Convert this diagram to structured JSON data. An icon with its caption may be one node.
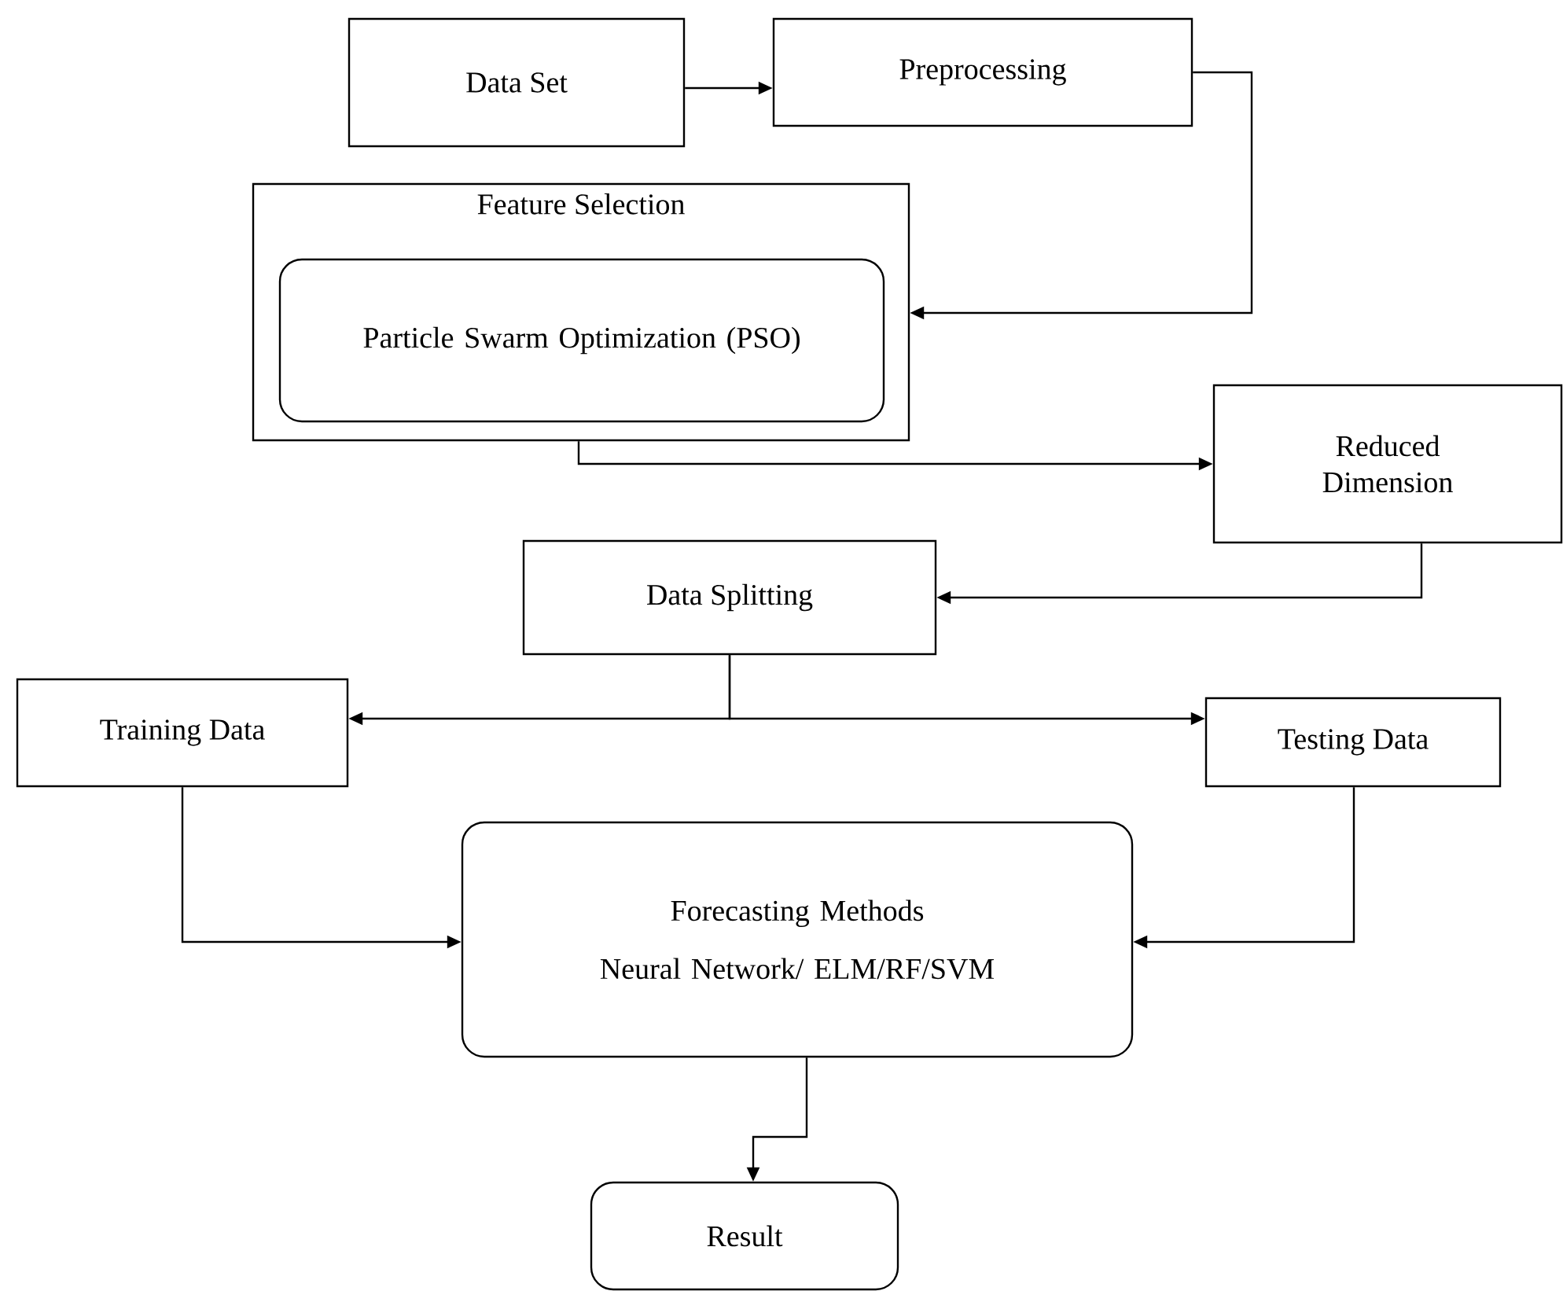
{
  "diagram": {
    "nodes": [
      {
        "text": [
          "Data Set"
        ]
      },
      {
        "text": [
          "Preprocessing"
        ]
      },
      {
        "text": [
          "Feature Selection"
        ]
      },
      {
        "text": [
          "Particle Swarm Optimization (PSO)"
        ],
        "in": 2
      },
      {
        "text": [
          "Reduced Dimension"
        ]
      },
      {
        "text": [
          "Data Splitting"
        ]
      },
      {
        "text": [
          "Training Data"
        ]
      },
      {
        "text": [
          "Testing Data"
        ]
      },
      {
        "text": [
          "Forecasting Methods",
          "Neural Network/ ELM/RF/SVM"
        ]
      },
      {
        "text": [
          "Result"
        ]
      }
    ],
    "edges": [
      {
        "from": 0,
        "to": 1,
        "arrow": "to"
      },
      {
        "from": 1,
        "to": 2,
        "arrow": "to"
      },
      {
        "from": 2,
        "to": 4,
        "arrow": "to"
      },
      {
        "from": 4,
        "to": 5,
        "arrow": "to"
      },
      {
        "from": 5,
        "to": 6,
        "arrow": "to"
      },
      {
        "from": 5,
        "to": 7,
        "arrow": "to"
      },
      {
        "from": 6,
        "to": 8,
        "arrow": "to"
      },
      {
        "from": 7,
        "to": 8,
        "arrow": "to"
      },
      {
        "from": 8,
        "to": 9,
        "arrow": "to"
      }
    ]
  }
}
